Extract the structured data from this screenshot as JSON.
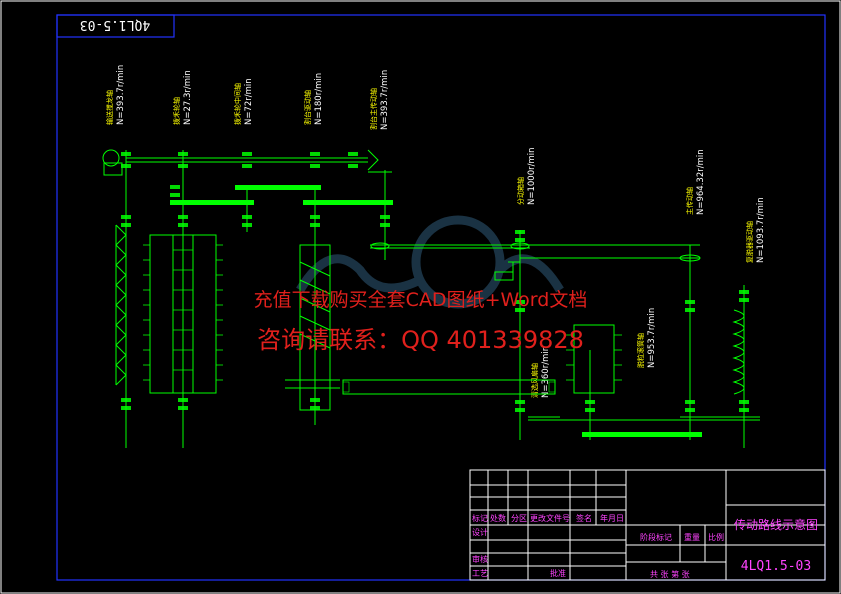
{
  "drawing": {
    "code_box": "4QL1.5-03",
    "title": "传动路线示意图",
    "drawing_no": "4LQ1.5-03"
  },
  "shaft_labels": [
    {
      "name": "输送搅龙轴",
      "speed": "N=393.7r/min"
    },
    {
      "name": "拨禾轮轴",
      "speed": "N=27.3r/min"
    },
    {
      "name": "拨禾轮中间轴",
      "speed": "N=72r/min"
    },
    {
      "name": "割台驱动轴",
      "speed": "N=180r/min"
    },
    {
      "name": "割台主传动轴",
      "speed": "N=393.7r/min"
    },
    {
      "name": "分动箱轴",
      "speed": "N=1000r/min"
    },
    {
      "name": "主传动轴",
      "speed": "N=964.32r/min"
    },
    {
      "name": "复脱器驱动轴",
      "speed": "N=1093.7r/min"
    },
    {
      "name": "清选风扇轴",
      "speed": "N=360r/min"
    },
    {
      "name": "脱粒滚筒轴",
      "speed": "N=953.7r/min"
    }
  ],
  "title_block": {
    "h1": "标记",
    "h2": "处数",
    "h3": "分区",
    "h4": "更改文件号",
    "h5": "签名",
    "h6": "年月日",
    "design": "设计",
    "check": "审核",
    "process": "工艺",
    "approve": "批准",
    "stage": "阶段标记",
    "weight": "重量",
    "scale": "比例",
    "sheets": "共  张  第  张"
  },
  "watermark": {
    "line1": "充值下载购买全套CAD图纸+Word文档",
    "line2": "咨询请联系：QQ 401339828"
  }
}
